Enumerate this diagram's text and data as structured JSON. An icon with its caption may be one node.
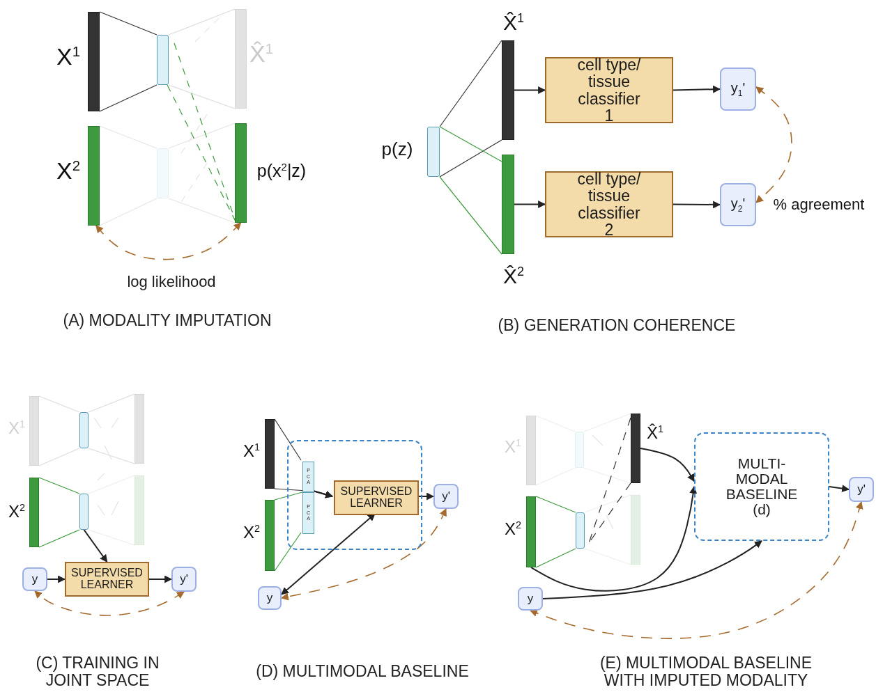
{
  "diagram": {
    "nodes": [
      {
        "text": [],
        "shape": "bar"
      },
      {
        "text": [],
        "shape": "box"
      },
      {
        "text": [],
        "shape": "bar"
      },
      {
        "text": [],
        "shape": "bar"
      },
      {
        "text": [],
        "shape": "box"
      },
      {
        "text": [],
        "shape": "bar"
      },
      {
        "text": [],
        "shape": "box"
      },
      {
        "text": [],
        "shape": "bar"
      },
      {
        "text": [],
        "shape": "bar"
      },
      {
        "text": [
          "cell type/ tissue classifier 1"
        ]
      },
      {
        "text": [
          "cell type/ tissue classifier 2"
        ]
      },
      {
        "text": [
          "y$_{1}$'"
        ]
      },
      {
        "text": [
          "y$_{2}$'"
        ]
      },
      {
        "text": [],
        "shape": "bar"
      },
      {
        "text": [],
        "shape": "box"
      },
      {
        "text": [],
        "shape": "bar"
      },
      {
        "text": [],
        "shape": "bar"
      },
      {
        "text": [],
        "shape": "box"
      },
      {
        "text": [],
        "shape": "bar"
      },
      {
        "text": [
          "y"
        ]
      },
      {
        "text": [
          "SUPERVISED LEARNER"
        ]
      },
      {
        "text": [
          "y'"
        ]
      },
      {
        "text": [],
        "shape": "bar"
      },
      {
        "text": [],
        "shape": "bar"
      },
      {
        "text": [],
        "shape": "box"
      },
      {
        "text": [
          "PCA"
        ],
        "in": 24
      },
      {
        "text": [
          "PCA"
        ],
        "in": 24
      },
      {
        "text": [
          "SUPERVISED LEARNER"
        ],
        "in": 24
      },
      {
        "text": [
          "y'"
        ]
      },
      {
        "text": [
          "y"
        ]
      },
      {
        "text": [],
        "shape": "bar"
      },
      {
        "text": [],
        "shape": "box"
      },
      {
        "text": [],
        "shape": "bar"
      },
      {
        "text": [],
        "shape": "bar"
      },
      {
        "text": [],
        "shape": "box"
      },
      {
        "text": [],
        "shape": "bar"
      },
      {
        "text": [
          "MULTI-MODAL BASELINE (d)"
        ]
      },
      {
        "text": [
          "y'"
        ]
      },
      {
        "text": [
          "y"
        ]
      }
    ],
    "edges": [
      {
        "from": 3,
        "to": 5,
        "arrow": "both",
        "label": "log likelihood",
        "style": "dashed",
        "color": "#a66a2c"
      },
      {
        "from": 7,
        "to": 9,
        "arrow": "to"
      },
      {
        "from": 8,
        "to": 10,
        "arrow": "to"
      },
      {
        "from": 9,
        "to": 11,
        "arrow": "to"
      },
      {
        "from": 10,
        "to": 12,
        "arrow": "to"
      },
      {
        "from": 11,
        "to": 12,
        "arrow": "both",
        "style": "dashed",
        "color": "#a66a2c"
      },
      {
        "from": 17,
        "to": 20,
        "arrow": "to"
      },
      {
        "from": 19,
        "to": 20,
        "arrow": "to"
      },
      {
        "from": 20,
        "to": 21,
        "arrow": "to"
      },
      {
        "from": 21,
        "to": 19,
        "arrow": "both",
        "style": "dashed",
        "color": "#a66a2c"
      },
      {
        "from": 25,
        "to": 27,
        "arrow": "to"
      },
      {
        "from": 26,
        "to": 27,
        "arrow": "to"
      },
      {
        "from": 29,
        "to": 27,
        "arrow": "both"
      },
      {
        "from": 27,
        "to": 28,
        "arrow": "to"
      },
      {
        "from": 28,
        "to": 29,
        "arrow": "both",
        "style": "dashed",
        "color": "#a66a2c"
      },
      {
        "from": 32,
        "to": 36,
        "arrow": "to"
      },
      {
        "from": 33,
        "to": 36,
        "arrow": "to"
      },
      {
        "from": 38,
        "to": 36,
        "arrow": "to"
      },
      {
        "from": 36,
        "to": 37,
        "arrow": "to"
      },
      {
        "from": 37,
        "to": 38,
        "arrow": "both",
        "style": "dashed",
        "color": "#a66a2c"
      }
    ],
    "labels": [
      "X$^{1}$",
      "X̂$^{1}$",
      "X$^{2}$",
      "p(x$^{2}$|z)",
      "(A) MODALITY IMPUTATION",
      "X̂$^{1}$",
      "p(z)",
      "X̂$^{2}$",
      "% agreement",
      "(B) GENERATION COHERENCE",
      "X$^{1}$",
      "X$^{2}$",
      "(C) TRAINING IN JOINT SPACE",
      "X$^{1}$",
      "X$^{2}$",
      "(D) MULTIMODAL BASELINE",
      "X$^{1}$",
      "X̂$^{1}$",
      "X$^{2}$",
      "(E) MULTIMODAL BASELINE WITH IMPUTED MODALITY"
    ]
  }
}
